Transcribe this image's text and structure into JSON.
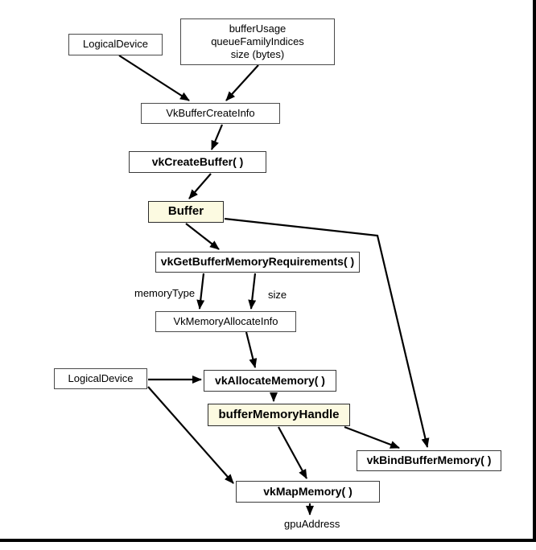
{
  "diagram": {
    "nodes": {
      "logical_device_top": {
        "label": "LogicalDevice"
      },
      "buffer_params": {
        "lines": [
          "bufferUsage",
          "queueFamilyIndices",
          "size (bytes)"
        ]
      },
      "vk_buffer_create_info": {
        "label": "VkBufferCreateInfo"
      },
      "vk_create_buffer": {
        "label": "vkCreateBuffer( )"
      },
      "buffer": {
        "label": "Buffer"
      },
      "vk_get_buffer_memory_requirements": {
        "label": "vkGetBufferMemoryRequirements( )"
      },
      "vk_memory_allocate_info": {
        "label": "VkMemoryAllocateInfo"
      },
      "logical_device_bottom": {
        "label": "LogicalDevice"
      },
      "vk_allocate_memory": {
        "label": "vkAllocateMemory( )"
      },
      "buffer_memory_handle": {
        "label": "bufferMemoryHandle"
      },
      "vk_bind_buffer_memory": {
        "label": "vkBindBufferMemory( )"
      },
      "vk_map_memory": {
        "label": "vkMapMemory( )"
      }
    },
    "edge_labels": {
      "memory_type": "memoryType",
      "size": "size"
    },
    "output_label": "gpuAddress",
    "colors": {
      "highlight_fill": "#FCFAE1",
      "box_border": "#4a4a4a",
      "arrow": "#000000"
    }
  }
}
